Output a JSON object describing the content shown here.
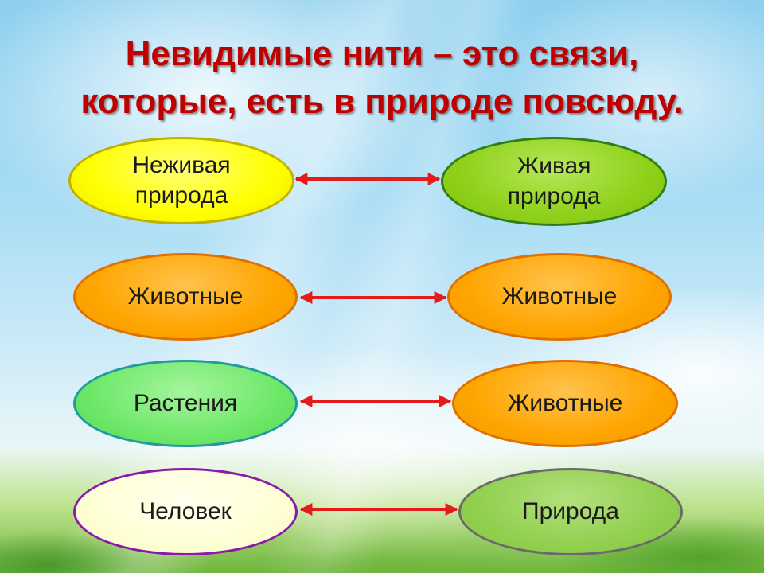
{
  "title": {
    "line1": "Невидимые нити – это связи,",
    "line2": "которые, есть в природе повсюду."
  },
  "pairs": [
    {
      "left": "Неживая природа",
      "right": "Живая природа"
    },
    {
      "left": "Животные",
      "right": "Животные"
    },
    {
      "left": "Растения",
      "right": "Животные"
    },
    {
      "left": "Человек",
      "right": "Природа"
    }
  ],
  "colors": {
    "title": "#c00000",
    "arrow": "#e31b1b",
    "oval_yellow": "#ffff00",
    "oval_green_dark": "#8fd11a",
    "oval_orange": "#ffa500",
    "oval_green_light": "#6fe86a",
    "oval_cream": "#ffffd6",
    "oval_green_soft": "#92d050"
  }
}
